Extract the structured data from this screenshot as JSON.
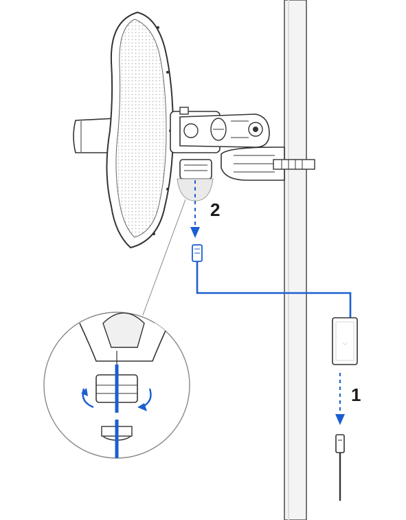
{
  "steps": [
    {
      "number": "2"
    },
    {
      "number": "1"
    }
  ],
  "colors": {
    "line": "#555555",
    "cable_blue": "#1a5fd0",
    "pole_fill": "#f2f2f2",
    "device_fill": "#ffffff",
    "mesh": "#c8c8c8",
    "dish_dark": "#333333"
  },
  "icons": [
    "antenna-dish",
    "mounting-bracket",
    "pole",
    "ethernet-plug",
    "poe-adapter",
    "power-cord",
    "rotation-arrow-icon",
    "zoom-callout"
  ]
}
